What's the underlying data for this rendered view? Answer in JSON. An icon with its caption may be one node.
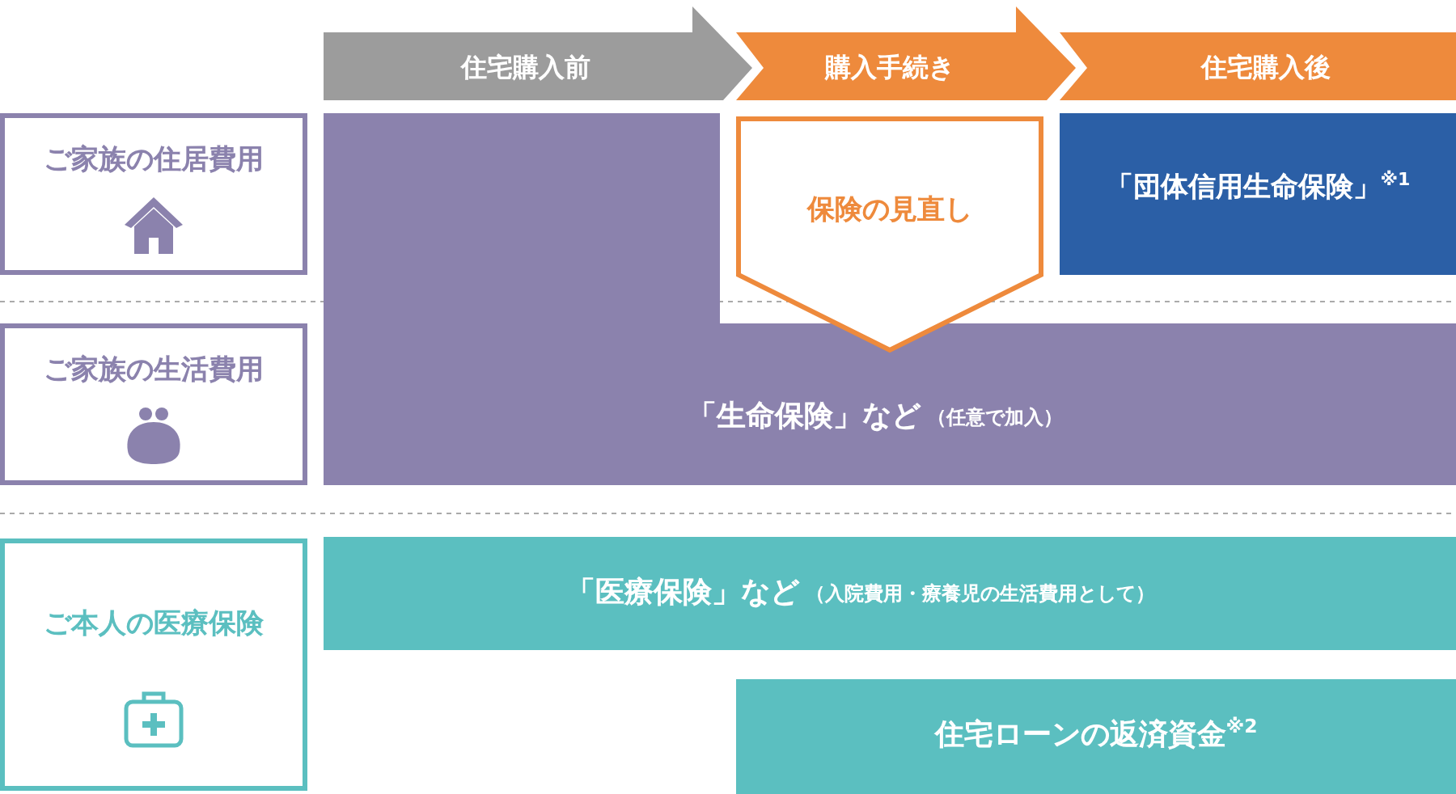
{
  "diagram": {
    "nodes": [
      {
        "text": [
          "住宅購入前"
        ]
      },
      {
        "text": [
          "購入手続き"
        ]
      },
      {
        "text": [
          "住宅購入後"
        ]
      },
      {
        "text": [
          "ご家族の住居費用"
        ]
      },
      {
        "text": [
          "ご家族の生活費用"
        ]
      },
      {
        "text": [
          "ご本人の医療保険"
        ]
      },
      {
        "text": [
          "「生命保険」など",
          "（任意で加入）"
        ]
      },
      {
        "text": [
          "保険の見直し"
        ]
      },
      {
        "text": [
          "「団体信用生命保険」$^{※1}$"
        ]
      },
      {
        "text": [
          "「医療保険」など",
          "（入院費用・療養児の生活費用として）"
        ]
      },
      {
        "text": [
          "住宅ローンの返済資金$^{※2}$"
        ]
      }
    ]
  }
}
